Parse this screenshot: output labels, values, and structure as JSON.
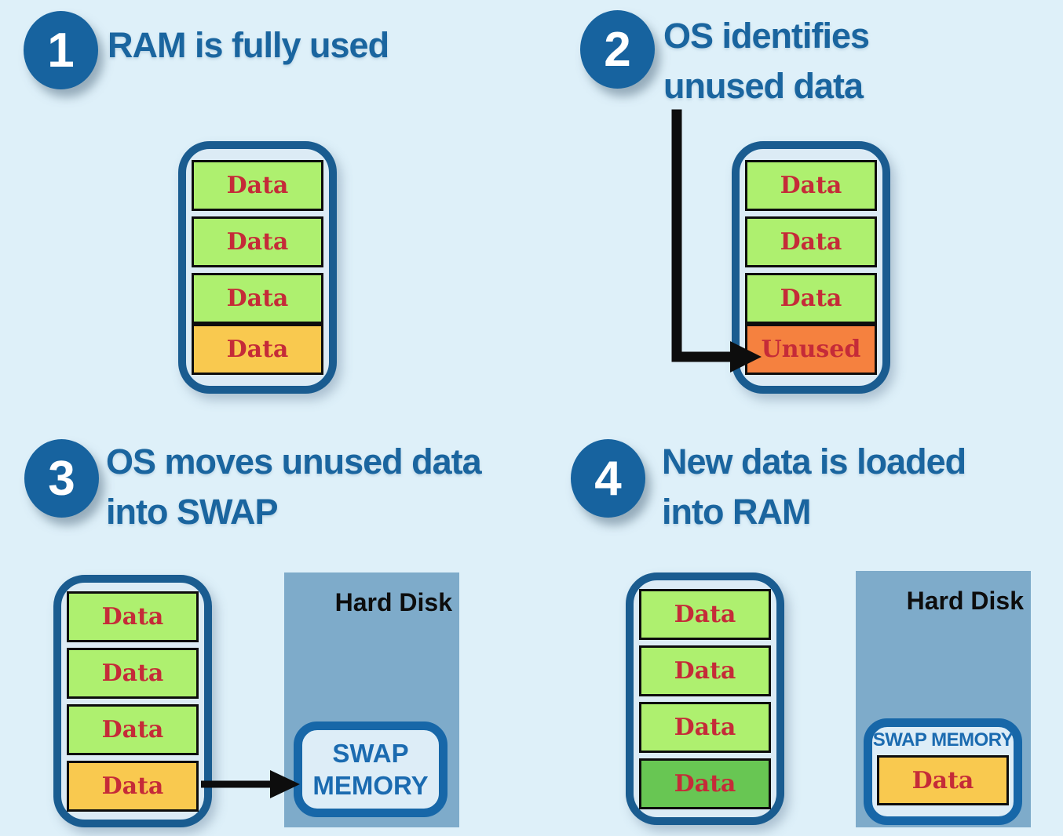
{
  "palette": {
    "background": "#def0f9",
    "badge_blue": "#17639f",
    "heading_blue": "#1a659f",
    "ram_border_blue": "#1a5c90",
    "ram_fill": "#dcebf5",
    "block_green": "#aef06f",
    "block_yellow": "#f9c94f",
    "block_orange": "#f5813f",
    "block_dark_green": "#68c653",
    "block_text_red": "#c52b38",
    "hard_disk_blue": "#7eabca",
    "swap_border_blue": "#1767a8",
    "swap_fill": "#ddedf7",
    "swap_text_blue": "#1b6bb0",
    "arrow_black": "#0d0d0d"
  },
  "steps": [
    {
      "number": "1",
      "title_lines": [
        "RAM is fully used",
        ""
      ],
      "ram": {
        "blocks": [
          {
            "label": "Data",
            "color": "green"
          },
          {
            "label": "Data",
            "color": "green"
          },
          {
            "label": "Data",
            "color": "green"
          },
          {
            "label": "Data",
            "color": "yellow"
          }
        ]
      }
    },
    {
      "number": "2",
      "title_lines": [
        "OS identifies",
        "unused data"
      ],
      "ram": {
        "blocks": [
          {
            "label": "Data",
            "color": "green"
          },
          {
            "label": "Data",
            "color": "green"
          },
          {
            "label": "Data",
            "color": "green"
          },
          {
            "label": "Unused",
            "color": "orange"
          }
        ]
      }
    },
    {
      "number": "3",
      "title_lines": [
        "OS moves unused data",
        "into SWAP"
      ],
      "ram": {
        "blocks": [
          {
            "label": "Data",
            "color": "green"
          },
          {
            "label": "Data",
            "color": "green"
          },
          {
            "label": "Data",
            "color": "green"
          },
          {
            "label": "Data",
            "color": "yellow"
          }
        ]
      },
      "hard_disk": {
        "label": "Hard Disk",
        "swap": {
          "label": "SWAP MEMORY"
        }
      }
    },
    {
      "number": "4",
      "title_lines": [
        "New data is loaded",
        "into RAM"
      ],
      "ram": {
        "blocks": [
          {
            "label": "Data",
            "color": "green"
          },
          {
            "label": "Data",
            "color": "green"
          },
          {
            "label": "Data",
            "color": "green"
          },
          {
            "label": "Data",
            "color": "dark-green"
          }
        ]
      },
      "hard_disk": {
        "label": "Hard Disk",
        "swap": {
          "label": "SWAP MEMORY",
          "block": {
            "label": "Data",
            "color": "yellow"
          }
        }
      }
    }
  ]
}
